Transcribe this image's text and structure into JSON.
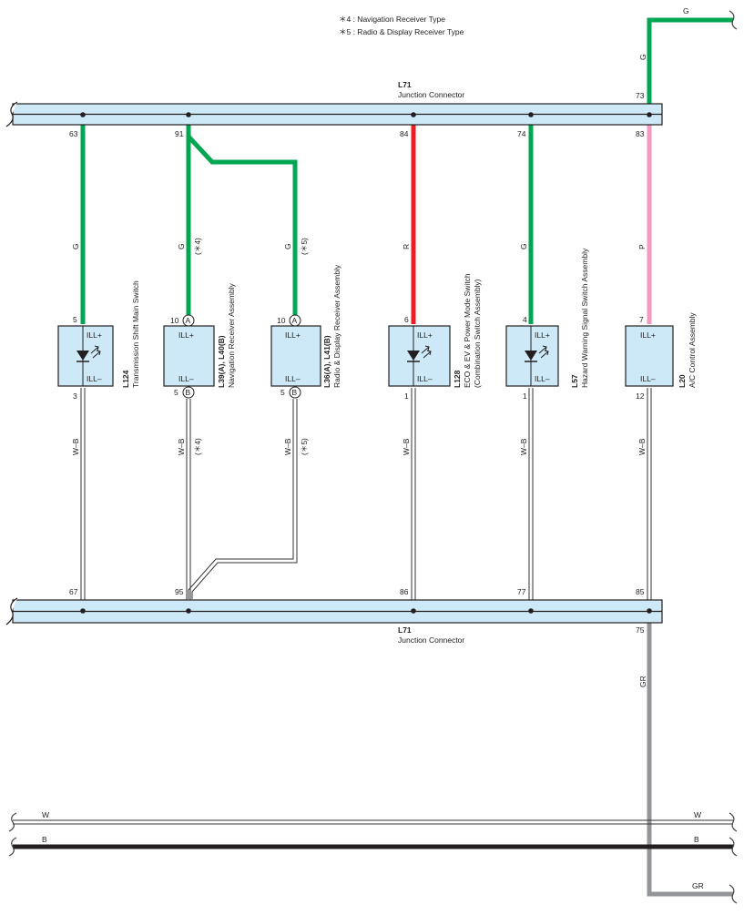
{
  "notes": [
    "＊4 : Navigation Receiver Type",
    "＊5 : Radio & Display Receiver Type"
  ],
  "connectors": {
    "top": {
      "id": "L71",
      "name": "Junction Connector"
    },
    "bottom": {
      "id": "L71",
      "name": "Junction Connector"
    }
  },
  "colors": {
    "G": "#00a651",
    "R": "#ed1c24",
    "P": "#f49ac1",
    "GR": "#939598",
    "B": "#231f20",
    "bar_fill": "#cde8f6",
    "box_fill": "#cde8f6"
  },
  "top_pins": {
    "c1": "63",
    "c2": "91",
    "c4": "84",
    "c5": "74",
    "c6": "83",
    "top_in": "73"
  },
  "bottom_pins": {
    "c1": "67",
    "c2": "95",
    "c4": "86",
    "c5": "77",
    "c6": "85",
    "gr_out": "75"
  },
  "wire_labels": {
    "g_top": "G",
    "g_vert": "G",
    "c1_up": "G",
    "c2_up": "G",
    "c3_up": "G",
    "c4_up": "R",
    "c5_up": "G",
    "c6_up": "P",
    "c1_dn": "W–B",
    "c2_dn": "W–B",
    "c3_dn": "W–B",
    "c4_dn": "W–B",
    "c5_dn": "W–B",
    "c6_dn": "W–B",
    "gr_vert": "GR",
    "gr_bottom": "GR",
    "w_left": "W",
    "w_right": "W",
    "b_left": "B",
    "b_right": "B"
  },
  "note_marks": {
    "c2_up": "(＊4)",
    "c3_up": "(＊5)",
    "c2_dn": "(＊4)",
    "c3_dn": "(＊5)"
  },
  "components": [
    {
      "id": "L124",
      "name": "Transmission Shift Main Switch",
      "name2": "",
      "pin_top": "5",
      "pin_bot": "3",
      "term_top": "ILL+",
      "term_bot": "ILL–",
      "led": true,
      "circ_top": "",
      "circ_bot": ""
    },
    {
      "id": "L39(A), L40(B)",
      "name": "Navigation Receiver Assembly",
      "name2": "",
      "pin_top": "10",
      "pin_bot": "5",
      "term_top": "ILL+",
      "term_bot": "ILL–",
      "led": false,
      "circ_top": "A",
      "circ_bot": "B"
    },
    {
      "id": "L36(A), L41(B)",
      "name": "Radio & Display Receiver Assembly",
      "name2": "",
      "pin_top": "10",
      "pin_bot": "5",
      "term_top": "ILL+",
      "term_bot": "ILL–",
      "led": false,
      "circ_top": "A",
      "circ_bot": "B"
    },
    {
      "id": "L128",
      "name": "ECO & EV & Power Mode Switch",
      "name2": "(Combination Switch Assembly)",
      "pin_top": "6",
      "pin_bot": "1",
      "term_top": "ILL+",
      "term_bot": "ILL–",
      "led": true,
      "circ_top": "",
      "circ_bot": ""
    },
    {
      "id": "L57",
      "name": "Hazard Warning Signal Switch Assembly",
      "name2": "",
      "pin_top": "4",
      "pin_bot": "1",
      "term_top": "ILL+",
      "term_bot": "ILL–",
      "led": true,
      "circ_top": "",
      "circ_bot": ""
    },
    {
      "id": "L20",
      "name": "A/C Control Assembly",
      "name2": "",
      "pin_top": "7",
      "pin_bot": "12",
      "term_top": "ILL+",
      "term_bot": "ILL–",
      "led": false,
      "circ_top": "",
      "circ_bot": ""
    }
  ]
}
